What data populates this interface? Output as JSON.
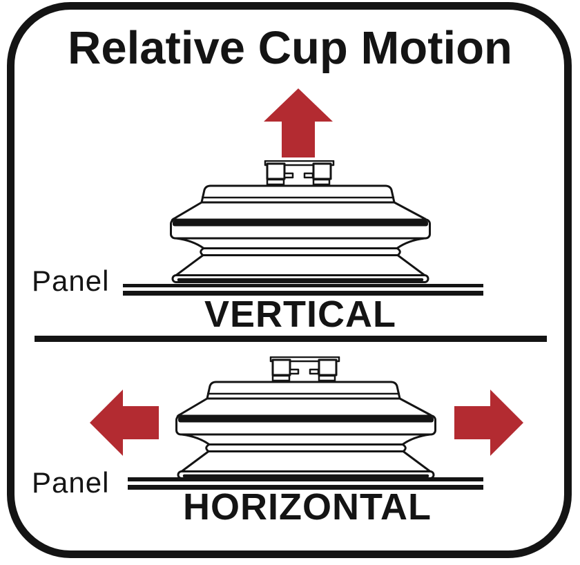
{
  "title": "Relative Cup Motion",
  "colors": {
    "ink": "#141414",
    "arrow_red": "#B32B31",
    "background": "#FFFFFF"
  },
  "icons": {
    "up_arrow": "red solid up arrow",
    "left_arrow": "red solid left arrow",
    "right_arrow": "red solid right arrow",
    "suction_cup": "bellows suction cup line drawing",
    "panel": "double horizontal line"
  },
  "sections": [
    {
      "label": "VERTICAL",
      "panel_label": "Panel",
      "motion": "up"
    },
    {
      "label": "HORIZONTAL",
      "panel_label": "Panel",
      "motion": "left-right"
    }
  ]
}
